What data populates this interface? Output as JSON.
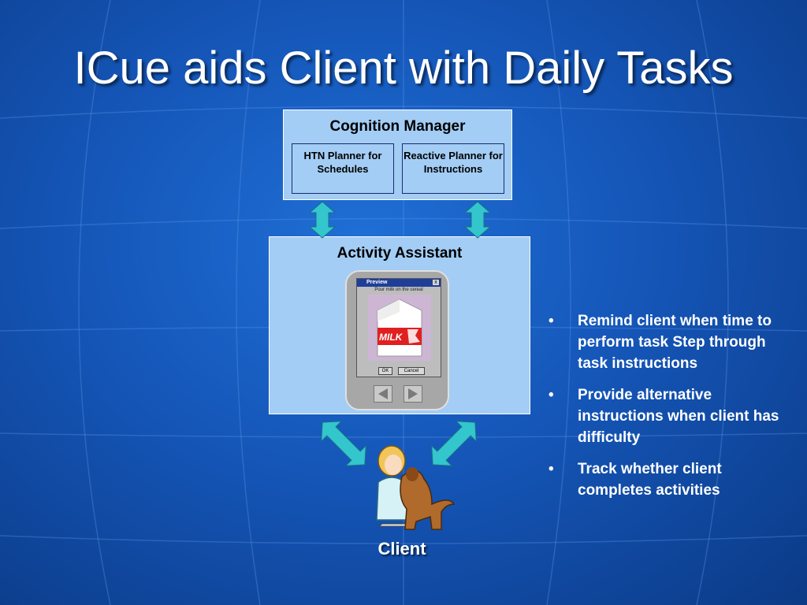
{
  "slide": {
    "title": "ICue aids Client with Daily Tasks"
  },
  "cognition_manager": {
    "title": "Cognition Manager",
    "planners": [
      {
        "label": "HTN Planner for Schedules"
      },
      {
        "label": "Reactive Planner for Instructions"
      }
    ]
  },
  "activity_assistant": {
    "title": "Activity Assistant",
    "device": {
      "window_title": "Preview",
      "close_glyph": "x",
      "instruction": "Pour milk on the cereal",
      "picture_text": "MILK",
      "ok_label": "OK",
      "cancel_label": "Cancel"
    }
  },
  "client": {
    "label": "Client"
  },
  "bullets": [
    {
      "text": "Remind client when time to perform task Step through task instructions"
    },
    {
      "text": "Provide alternative instructions when client has difficulty"
    },
    {
      "text": "Track whether client completes activities"
    }
  ],
  "bullet_glyph": "•",
  "colors": {
    "box_fill": "#a3cdf5",
    "arrow_fill": "#33c6cc",
    "background": "#1556b8"
  }
}
